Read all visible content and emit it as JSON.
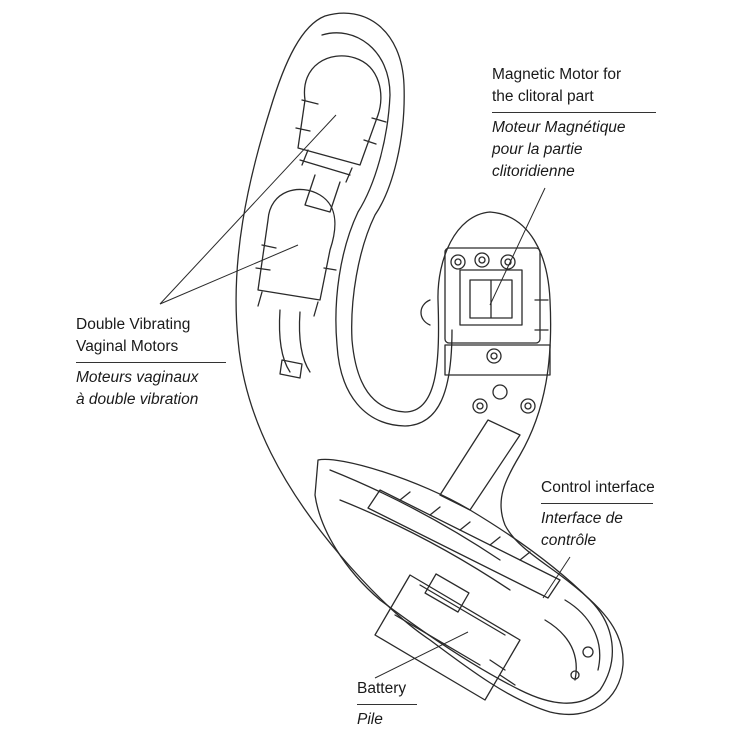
{
  "callouts": {
    "magnetic_motor": {
      "en_line1": "Magnetic Motor for",
      "en_line2": "the clitoral part",
      "fr_line1": "Moteur Magnétique",
      "fr_line2": "pour la partie",
      "fr_line3": "clitoridienne"
    },
    "vaginal_motors": {
      "en_line1": "Double Vibrating",
      "en_line2": "Vaginal Motors",
      "fr_line1": "Moteurs vaginaux",
      "fr_line2": "à double vibration"
    },
    "control_interface": {
      "en_line1": "Control interface",
      "fr_line1": "Interface de",
      "fr_line2": "contrôle"
    },
    "battery": {
      "en_line1": "Battery",
      "fr_line1": "Pile"
    }
  },
  "colors": {
    "stroke": "#2a2a2a",
    "background": "#ffffff",
    "text": "#1a1a1a"
  }
}
